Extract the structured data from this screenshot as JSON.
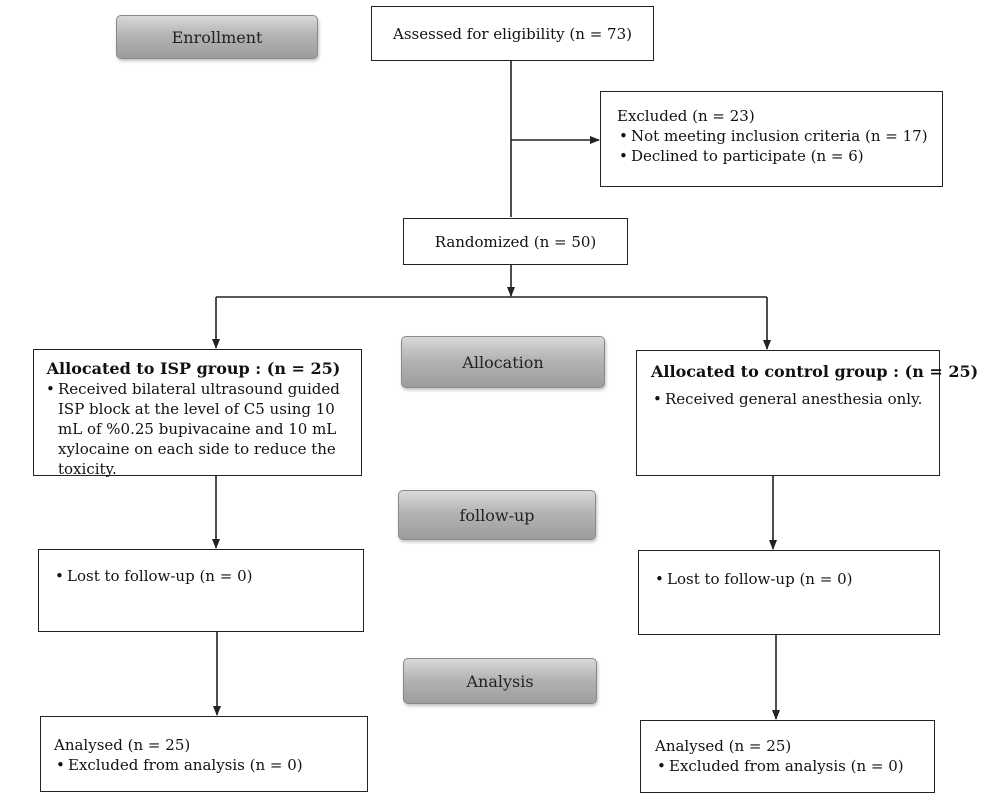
{
  "stages": {
    "enrollment": "Enrollment",
    "allocation": "Allocation",
    "follow_up": "follow-up",
    "analysis": "Analysis"
  },
  "assessed": "Assessed for eligibility (n = 73)",
  "excluded": {
    "title": "Excluded (n = 23)",
    "items": [
      "Not meeting inclusion criteria (n = 17)",
      "Declined to participate (n = 6)"
    ]
  },
  "randomized": "Randomized (n = 50)",
  "isp_group": {
    "title": "Allocated to ISP group : (n = 25)",
    "item": "Received bilateral ultrasound guided ISP block at the level of C5 using 10 mL of %0.25 bupivacaine and 10 mL xylocaine on each side to reduce the toxicity.",
    "follow_up": "Lost to follow-up (n = 0)",
    "analysed": "Analysed (n = 25)",
    "excluded_analysis": "Excluded from analysis (n = 0)"
  },
  "control_group": {
    "title": "Allocated to control group : (n = 25)",
    "item": "Received general anesthesia only.",
    "follow_up": "Lost to follow-up (n = 0)",
    "analysed": "Analysed (n = 25)",
    "excluded_analysis": "Excluded from analysis (n = 0)"
  }
}
